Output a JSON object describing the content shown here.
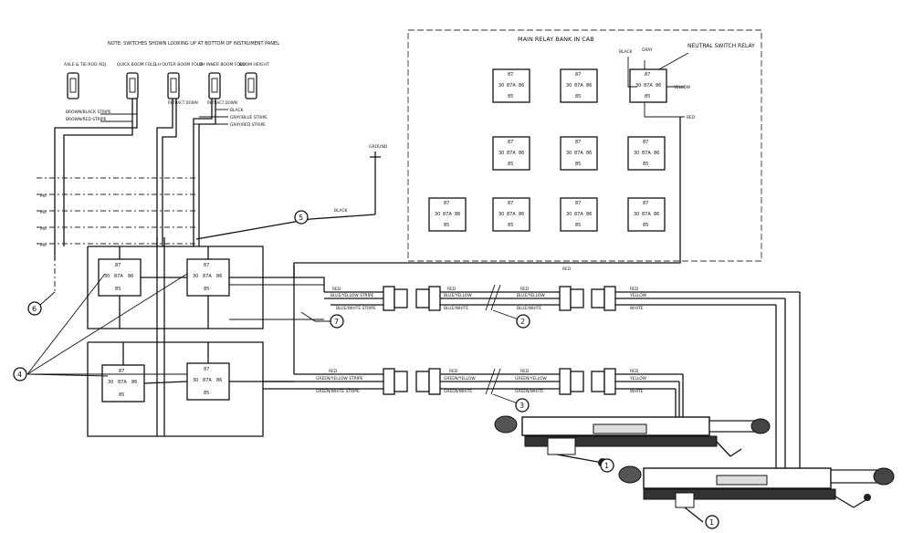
{
  "note": "NOTE: SWITCHES SHOWN LOOKING UP AT BOTTOM OF INSTRUMENT PANEL",
  "relay_bank": {
    "title": "MAIN RELAY BANK IN CAB",
    "neutral_relay_label": "NEUTRAL SWITCH RELAY"
  },
  "switches": [
    {
      "label": "AXLE & TIE-ROD ADJ."
    },
    {
      "label": "QUICK BOOM FOLD"
    },
    {
      "label": "LH OUTER BOOM FOLD"
    },
    {
      "label": "RH INNER BOOM FOLD"
    },
    {
      "label": "BOOM HEIGHT"
    }
  ],
  "switch_sublabels": {
    "sw2": "RETRACT DOWN",
    "sw3": "RETRACT DOWN"
  },
  "relay_pins": {
    "p87": "87",
    "p30": "30",
    "p87a": "87A",
    "p86": "86",
    "p85": "85"
  },
  "wires": {
    "brown_black": "BROWN/BLACK STRIPE",
    "brown_red": "BROWN/RED STRIPE",
    "black": "BLACK",
    "gray_blue": "GRAY/BLUE STRIPE",
    "gray_red": "GRAY/RED STRIPE",
    "ground": "GROUND",
    "black_5": "BLACK",
    "black_nr": "BLACK",
    "gray_nr": "GRAY",
    "yellow_nr": "YELLOW",
    "red_nr": "RED",
    "red_feed": "RED",
    "red_a": "RED",
    "blue_yellow_a": "BLUE/YELLOW STRIPE",
    "blue_white_a": "BLUE/WHITE STRIPE",
    "red_b": "RED",
    "blue_yellow_b": "BLUE/YELLOW",
    "blue_white_b": "BLUE/WHITE",
    "red_c": "RED",
    "blue_yellow_c": "BLUE/YELLOW",
    "blue_white_c": "BLUE/WHITE",
    "red_d": "RED",
    "yellow_d": "YELLOW",
    "white_d": "WHITE",
    "red_e": "RED",
    "green_yellow_e": "GREEN/YELLOW STRIPE",
    "green_white_e": "GREEN/WHITE STRIPE",
    "red_f": "RED",
    "green_yellow_f": "GREEN/YELLOW",
    "green_white_f": "GREEN/WHITE",
    "red_g": "RED",
    "green_yellow_g": "GREEN/YELLOW",
    "green_white_g": "GREEN/WHITE",
    "red_h": "RED",
    "yellow_h": "YELLOW",
    "white_h": "WHITE"
  },
  "diode_labels": {
    "d1": "M0",
    "d2": "M0",
    "d3": "M0",
    "d4": "M0"
  },
  "callouts": {
    "c1": "1",
    "c1b": "1",
    "c2": "2",
    "c3": "3",
    "c4": "4",
    "c5": "5",
    "c6": "6",
    "c7": "7"
  }
}
